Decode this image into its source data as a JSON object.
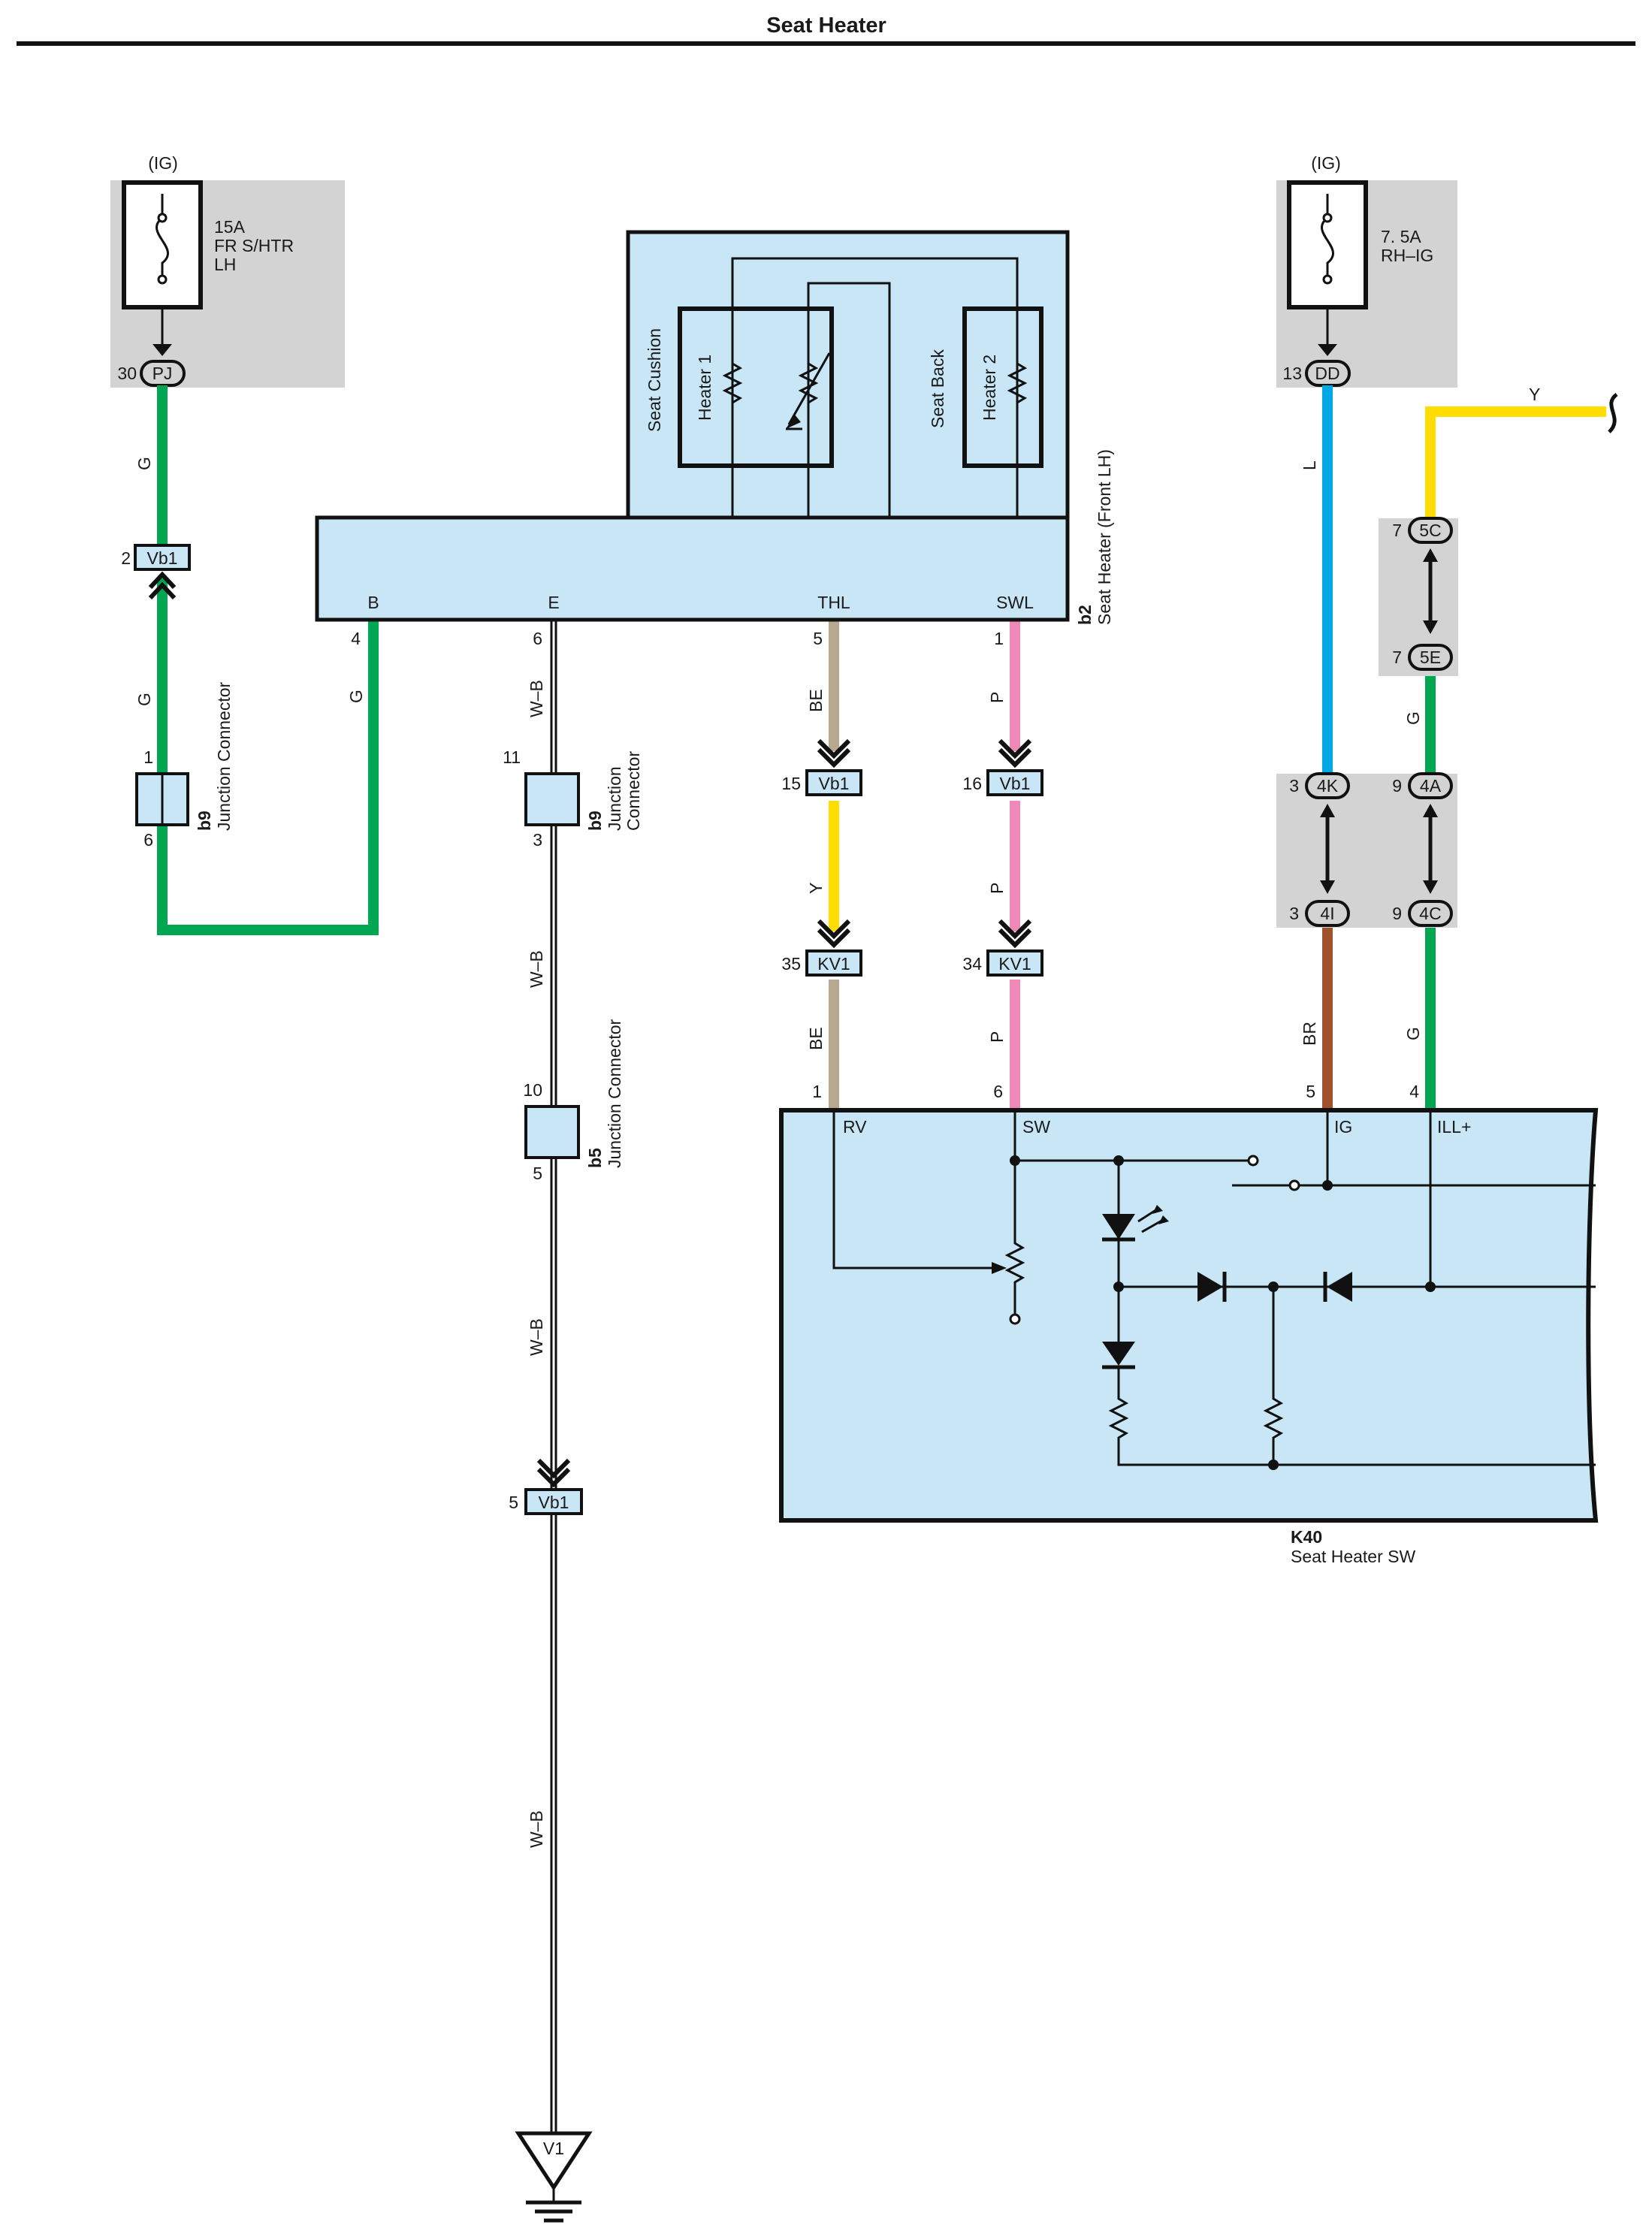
{
  "title": "Seat Heater",
  "colors": {
    "green": "#00a651",
    "blue": "#00a9e6",
    "yellow": "#ffdd00",
    "beige": "#b8a890",
    "pink": "#f088b8",
    "brown": "#a0522d",
    "module_fill": "#c8e6f5",
    "fuse_box_fill": "#d3d3d3"
  },
  "fuse_left": {
    "supply": "(IG)",
    "rating": "15A",
    "name_line1": "FR S/HTR",
    "name_line2": "LH",
    "connector": "PJ",
    "pin": "30"
  },
  "fuse_right": {
    "supply": "(IG)",
    "rating": "7. 5A",
    "name": "RH–IG",
    "connector": "DD",
    "pin": "13"
  },
  "seat_heater": {
    "id": "b2",
    "name": "Seat Heater (Front LH)",
    "cushion": "Seat Cushion",
    "back": "Seat Back",
    "heater1": "Heater 1",
    "heater2": "Heater 2",
    "terminals": [
      "B",
      "E",
      "THL",
      "SWL"
    ],
    "pins": [
      "4",
      "6",
      "5",
      "1"
    ]
  },
  "switch": {
    "id": "K40",
    "name": "Seat Heater SW",
    "terminals": [
      "RV",
      "SW",
      "IG",
      "ILL+"
    ],
    "pins": [
      "1",
      "6",
      "5",
      "4"
    ]
  },
  "wire_colors": {
    "g": "G",
    "wb": "W–B",
    "be": "BE",
    "p": "P",
    "y": "Y",
    "l": "L",
    "br": "BR"
  },
  "connectors": {
    "vb1": "Vb1",
    "kv1": "KV1",
    "v1": "V1",
    "c5c": "5C",
    "c5e": "5E",
    "c4k": "4K",
    "c4a": "4A",
    "c4i": "4I",
    "c4c": "4C"
  },
  "junctions": {
    "b9": "b9",
    "b5": "b5",
    "jc_text": "Junction Connector",
    "jc_line1": "Junction",
    "jc_line2": "Connector"
  },
  "pins": {
    "vb1_g": "2",
    "b9a_top": "1",
    "b9a_bot": "6",
    "b9b_top": "11",
    "b9b_bot": "3",
    "b5_top": "10",
    "b5_bot": "5",
    "vb1_wb": "5",
    "vb1_be": "15",
    "vb1_p": "16",
    "kv1_y": "35",
    "kv1_p": "34",
    "c5c": "7",
    "c5e": "7",
    "c4k": "3",
    "c4a": "9",
    "c4i": "3",
    "c4c": "9"
  }
}
